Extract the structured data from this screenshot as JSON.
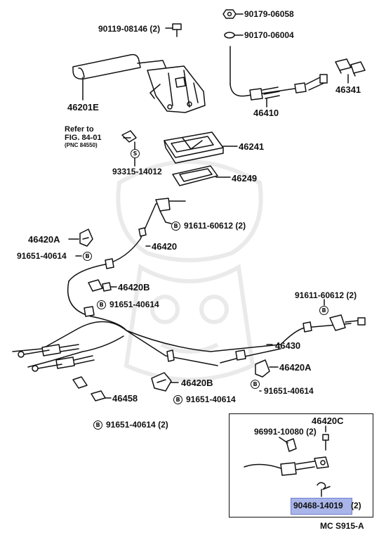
{
  "diagram": {
    "refer": {
      "line1": "Refer to",
      "line2": "FIG. 84-01",
      "line3": "(PNC 84550)"
    },
    "markers": {
      "b": "B",
      "s": "S"
    },
    "labels": {
      "p90119": "90119-08146 (2)",
      "p90179": "90179-06058",
      "p90170": "90170-06004",
      "p46201E": "46201E",
      "p46341": "46341",
      "p46410": "46410",
      "p46241": "46241",
      "p93315": "93315-14012",
      "p46249": "46249",
      "p46420A_top": "46420A",
      "p91611_top": "91611-60612 (2)",
      "p46420": "46420",
      "p91651_a": "91651-40614",
      "p46420B_top": "46420B",
      "p91651_b": "91651-40614",
      "p91611_right": "91611-60612 (2)",
      "p46430": "46430",
      "p46420A_right": "46420A",
      "p46420B_low": "46420B",
      "p91651_c": "91651-40614",
      "p91651_d": "91651-40614",
      "p46458": "46458",
      "p91651_e": "91651-40614 (2)",
      "p46420C": "46420C",
      "p96991": "96991-10080 (2)",
      "p90468": "90468-14019",
      "p90468_qty": "(2)",
      "code": "MC S915-A"
    },
    "highlight_color": "#a9b4e8"
  }
}
